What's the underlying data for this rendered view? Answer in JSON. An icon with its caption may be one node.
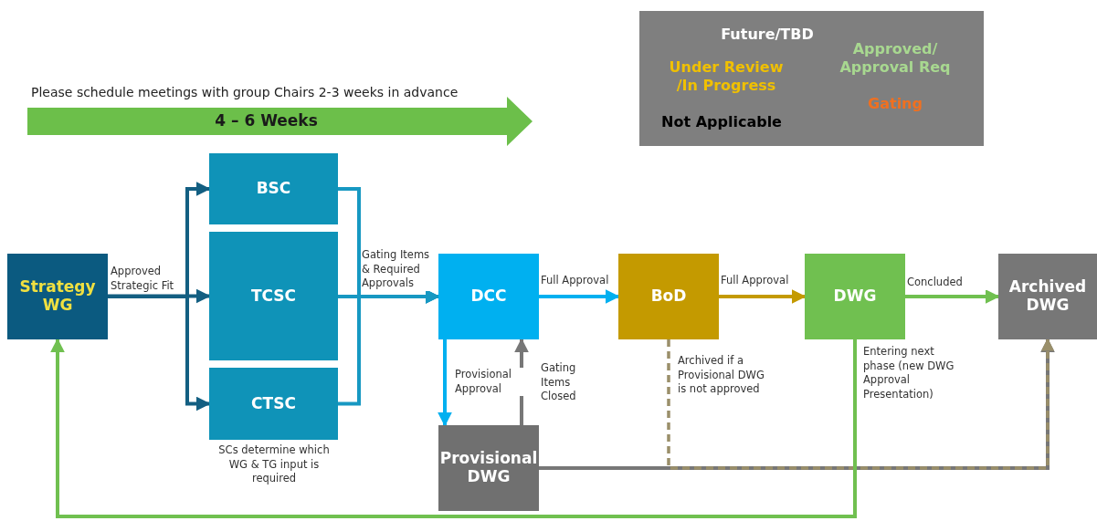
{
  "diagram": {
    "nodes": [
      {
        "text": [
          "Strategy WG"
        ]
      },
      {
        "text": [
          "BSC"
        ]
      },
      {
        "text": [
          "TCSC"
        ]
      },
      {
        "text": [
          "CTSC"
        ],
        "beside": [
          "SCs determine which WG & TG input is required"
        ]
      },
      {
        "text": [
          "DCC"
        ]
      },
      {
        "text": [
          "BoD"
        ]
      },
      {
        "text": [
          "DWG"
        ]
      },
      {
        "text": [
          "Archived DWG"
        ]
      },
      {
        "text": [
          "Provisional DWG"
        ]
      },
      {
        "text": [
          "4 – 6 Weeks"
        ],
        "beside": [
          "Please schedule meetings with group Chairs 2-3 weeks in advance"
        ]
      }
    ],
    "edges": [
      {
        "from": 0,
        "to": 1,
        "arrow": "to",
        "color": "#135f82"
      },
      {
        "from": 0,
        "to": 2,
        "arrow": "to",
        "label": "Approved Strategic Fit",
        "color": "#135f82"
      },
      {
        "from": 0,
        "to": 3,
        "arrow": "to",
        "color": "#135f82"
      },
      {
        "from": 1,
        "to": 4,
        "arrow": "to",
        "color": "#1798c2"
      },
      {
        "from": 2,
        "to": 4,
        "arrow": "to",
        "label": "Gating Items & Required Approvals",
        "color": "#1798c2"
      },
      {
        "from": 3,
        "to": 4,
        "arrow": "to",
        "color": "#1798c2"
      },
      {
        "from": 4,
        "to": 5,
        "arrow": "to",
        "label": "Full Approval",
        "color": "#00b0f0"
      },
      {
        "from": 5,
        "to": 6,
        "arrow": "to",
        "label": "Full Approval",
        "color": "#c49a00"
      },
      {
        "from": 6,
        "to": 7,
        "arrow": "to",
        "label": "Concluded",
        "color": "#70c050"
      },
      {
        "from": 4,
        "to": 8,
        "arrow": "to",
        "label": "Provisional Approval",
        "color": "#00b0f0"
      },
      {
        "from": 8,
        "to": 4,
        "arrow": "to",
        "label": "Gating Items Closed",
        "color": "#777777"
      },
      {
        "from": 8,
        "to": 7,
        "arrow": "to",
        "color": "#777777"
      },
      {
        "from": 5,
        "to": 7,
        "arrow": "to",
        "label": "Archived if a Provisional DWG is not approved",
        "style": "dashed",
        "color": "#9a8f6a"
      },
      {
        "from": 6,
        "to": 0,
        "arrow": "to",
        "label": "Entering next phase (new DWG Approval Presentation)",
        "color": "#70c050"
      }
    ],
    "legend": [
      {
        "text": "Future/TBD",
        "color": "#ffffff"
      },
      {
        "text": "Under Review /In Progress",
        "color": "#f0c000"
      },
      {
        "text": "Not Applicable",
        "color": "#000000"
      },
      {
        "text": "Approved/ Approval Req",
        "color": "#a8d890"
      },
      {
        "text": "Gating",
        "color": "#f07020"
      }
    ]
  }
}
